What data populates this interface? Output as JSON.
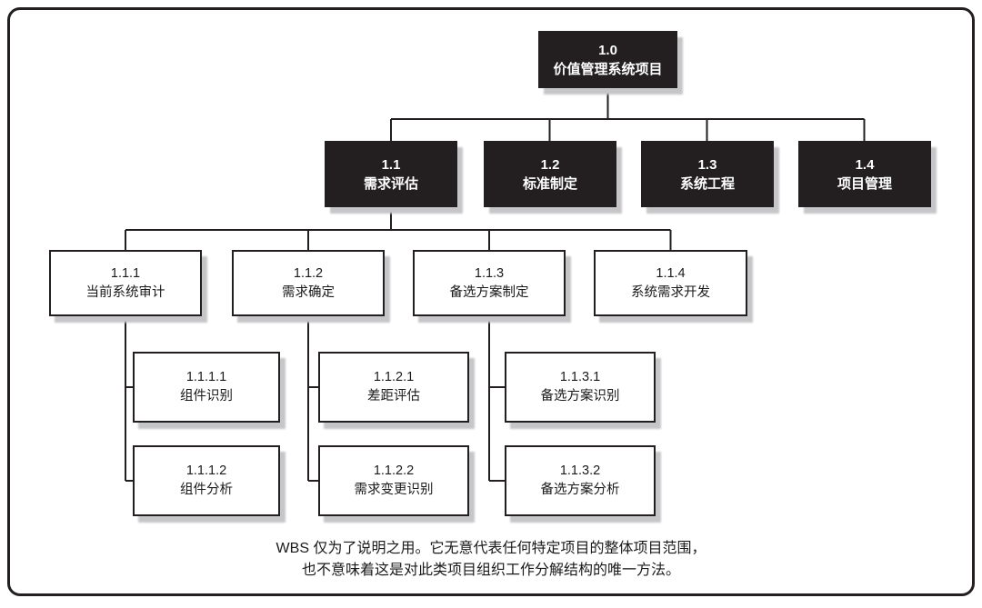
{
  "diagram": {
    "type": "wbs-org-chart",
    "colors": {
      "dark_node_bg": "#231f20",
      "dark_node_text": "#ffffff",
      "light_node_bg": "#ffffff",
      "node_border": "#231f20",
      "connector_line": "#231f20",
      "shadow": "#c6c6c8",
      "frame_border": "#231f20",
      "background": "#ffffff"
    },
    "nodes": [
      {
        "code": "1.0",
        "label": "价值管理系统项目",
        "level": 1,
        "variant": "dark"
      },
      {
        "code": "1.1",
        "label": "需求评估",
        "level": 2,
        "variant": "dark"
      },
      {
        "code": "1.2",
        "label": "标准制定",
        "level": 2,
        "variant": "dark"
      },
      {
        "code": "1.3",
        "label": "系统工程",
        "level": 2,
        "variant": "dark"
      },
      {
        "code": "1.4",
        "label": "项目管理",
        "level": 2,
        "variant": "dark"
      },
      {
        "code": "1.1.1",
        "label": "当前系统审计",
        "level": 3,
        "variant": "light"
      },
      {
        "code": "1.1.2",
        "label": "需求确定",
        "level": 3,
        "variant": "light"
      },
      {
        "code": "1.1.3",
        "label": "备选方案制定",
        "level": 3,
        "variant": "light"
      },
      {
        "code": "1.1.4",
        "label": "系统需求开发",
        "level": 3,
        "variant": "light"
      },
      {
        "code": "1.1.1.1",
        "label": "组件识别",
        "level": 4,
        "variant": "light"
      },
      {
        "code": "1.1.1.2",
        "label": "组件分析",
        "level": 4,
        "variant": "light"
      },
      {
        "code": "1.1.2.1",
        "label": "差距评估",
        "level": 4,
        "variant": "light"
      },
      {
        "code": "1.1.2.2",
        "label": "需求变更识别",
        "level": 4,
        "variant": "light"
      },
      {
        "code": "1.1.3.1",
        "label": "备选方案识别",
        "level": 4,
        "variant": "light"
      },
      {
        "code": "1.1.3.2",
        "label": "备选方案分析",
        "level": 4,
        "variant": "light"
      }
    ],
    "footnote": {
      "line1": "WBS 仅为了说明之用。它无意代表任何特定项目的整体项目范围，",
      "line2": "也不意味着这是对此类项目组织工作分解结构的唯一方法。"
    }
  }
}
